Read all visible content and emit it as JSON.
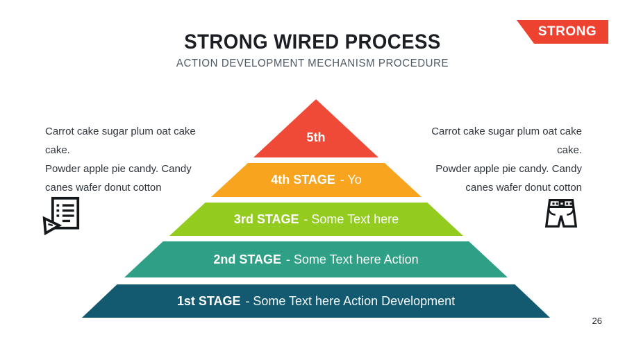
{
  "header": {
    "title": "STRONG WIRED PROCESS",
    "subtitle": "ACTION DEVELOPMENT MECHANISM PROCEDURE"
  },
  "logo": {
    "label": "STRONG",
    "color": "#ee4231",
    "text_color": "#ffffff"
  },
  "side_notes": {
    "left": {
      "lines": [
        "Carrot cake sugar plum oat cake cake.",
        "Powder apple pie candy. Candy",
        "canes wafer donut cotton"
      ]
    },
    "right": {
      "lines": [
        "Carrot cake sugar plum oat cake cake.",
        "Powder apple pie candy. Candy",
        "canes wafer donut cotton"
      ]
    }
  },
  "icons": {
    "left": "checklist-play-icon",
    "right": "shorts-icon",
    "stroke_color": "#15181b"
  },
  "pyramid": {
    "stages": [
      {
        "label": "5th",
        "description": "",
        "color": "#ef4a37"
      },
      {
        "label": "4th STAGE",
        "description": "- Yo",
        "color": "#f8a41e"
      },
      {
        "label": "3rd STAGE",
        "description": "- Some Text here",
        "color": "#93cc1f"
      },
      {
        "label": "2nd STAGE",
        "description": "- Some Text here Action",
        "color": "#2fa085"
      },
      {
        "label": "1st STAGE",
        "description": "- Some Text here Action Development",
        "color": "#135a70"
      }
    ]
  },
  "footer": {
    "page_number": "26"
  }
}
